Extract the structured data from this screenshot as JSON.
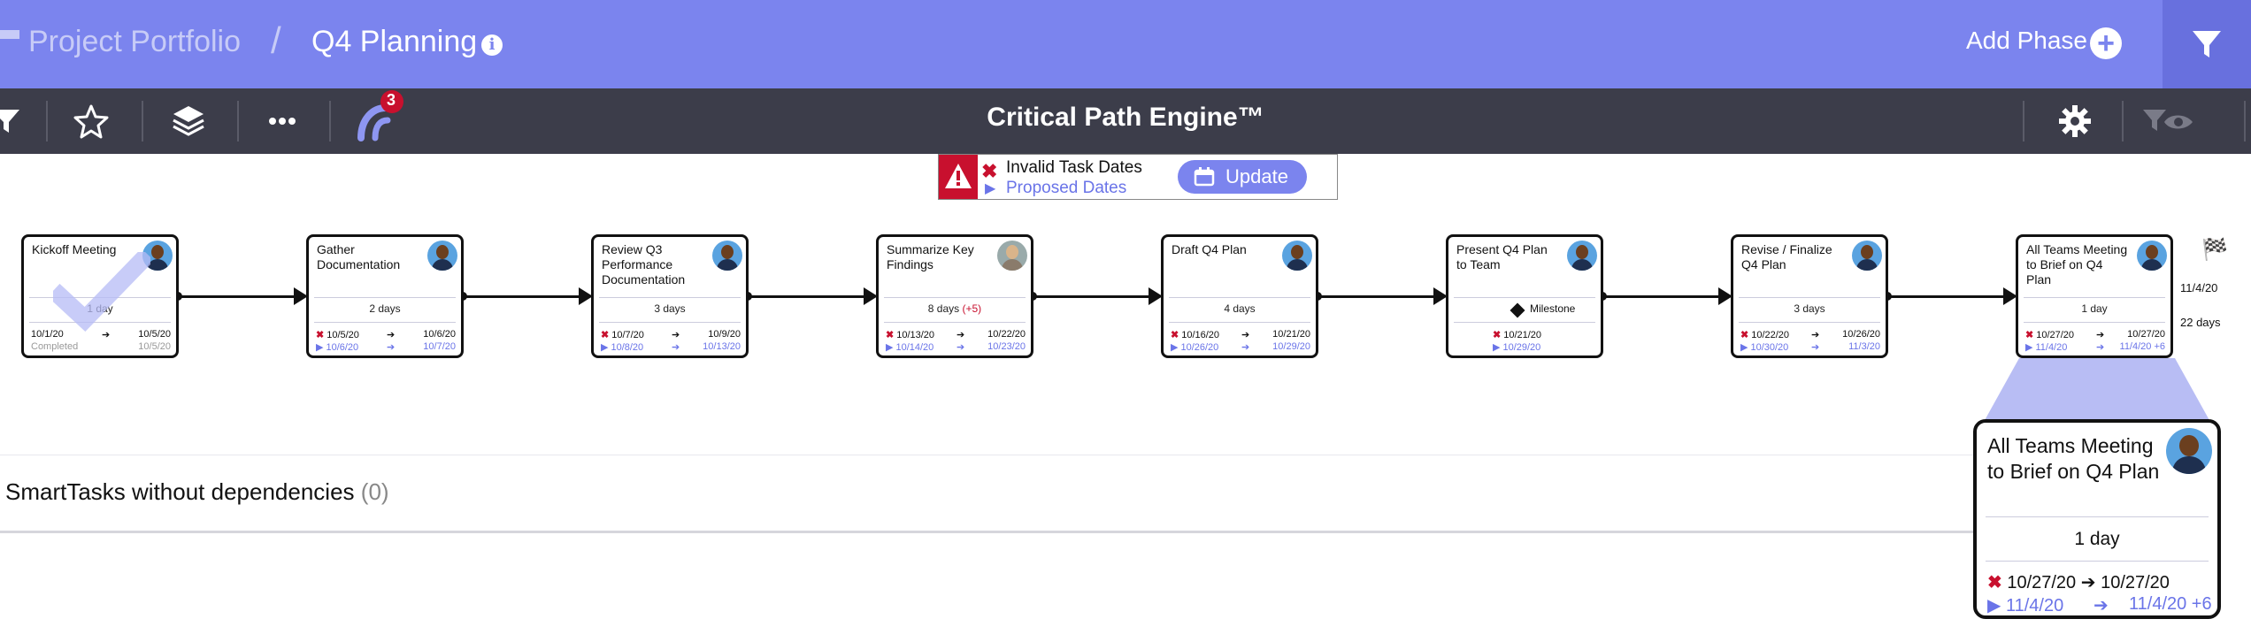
{
  "header": {
    "breadcrumb_parent": "Project Portfolio",
    "separator": "/",
    "title": "Q4 Planning",
    "info_glyph": "i",
    "add_phase_label": "Add Phase",
    "plus_glyph": "+"
  },
  "toolbar": {
    "title": "Critical Path Engine™",
    "notification_count": "3",
    "icons": [
      "filter-partial-icon",
      "star-icon",
      "layers-icon",
      "more-icon",
      "dependency-icon",
      "gear-icon",
      "filter-eye-icon"
    ]
  },
  "alert": {
    "invalid_label": "Invalid Task Dates",
    "proposed_label": "Proposed Dates",
    "update_label": "Update"
  },
  "tasks": [
    {
      "name": "Kickoff Meeting",
      "duration": "1 day",
      "start": "10/1/20",
      "end": "10/5/20",
      "status": "Completed",
      "status_end": "10/5/20"
    },
    {
      "name": "Gather Documentation",
      "duration": "2 days",
      "start": "10/5/20",
      "end": "10/6/20",
      "p_start": "10/6/20",
      "p_end": "10/7/20"
    },
    {
      "name": "Review Q3 Performance Documentation",
      "duration": "3 days",
      "start": "10/7/20",
      "end": "10/9/20",
      "p_start": "10/8/20",
      "p_end": "10/13/20"
    },
    {
      "name": "Summarize Key Findings",
      "duration": "8 days",
      "duration_extra": "(+5)",
      "start": "10/13/20",
      "end": "10/22/20",
      "p_start": "10/14/20",
      "p_end": "10/23/20"
    },
    {
      "name": "Draft Q4 Plan",
      "duration": "4 days",
      "start": "10/16/20",
      "end": "10/21/20",
      "p_start": "10/26/20",
      "p_end": "10/29/20"
    },
    {
      "name": "Present Q4 Plan to Team",
      "duration": "Milestone",
      "start": "10/21/20",
      "p_start": "10/29/20"
    },
    {
      "name": "Revise / Finalize Q4 Plan",
      "duration": "3 days",
      "start": "10/22/20",
      "end": "10/26/20",
      "p_start": "10/30/20",
      "p_end": "11/3/20"
    },
    {
      "name": "All Teams Meeting to Brief on Q4 Plan",
      "duration": "1 day",
      "start": "10/27/20",
      "end": "10/27/20",
      "p_start": "11/4/20",
      "p_end": "11/4/20 +6"
    }
  ],
  "glyphs": {
    "x": "✖",
    "arrow": "➔",
    "play": "▶",
    "flag": "🏁"
  },
  "side": {
    "date": "11/4/20",
    "days": "22 days"
  },
  "no_deps": {
    "label": "SmartTasks without dependencies",
    "count": "(0)"
  },
  "popup": {
    "name": "All Teams Meeting to Brief on Q4 Plan",
    "duration": "1 day",
    "start": "10/27/20",
    "end": "10/27/20",
    "p_start": "11/4/20",
    "p_end": "11/4/20 +6"
  },
  "colors": {
    "header": "#7b84ee",
    "toolbar": "#3c3d4a",
    "accent": "#6a74e8",
    "error": "#c8102e"
  }
}
